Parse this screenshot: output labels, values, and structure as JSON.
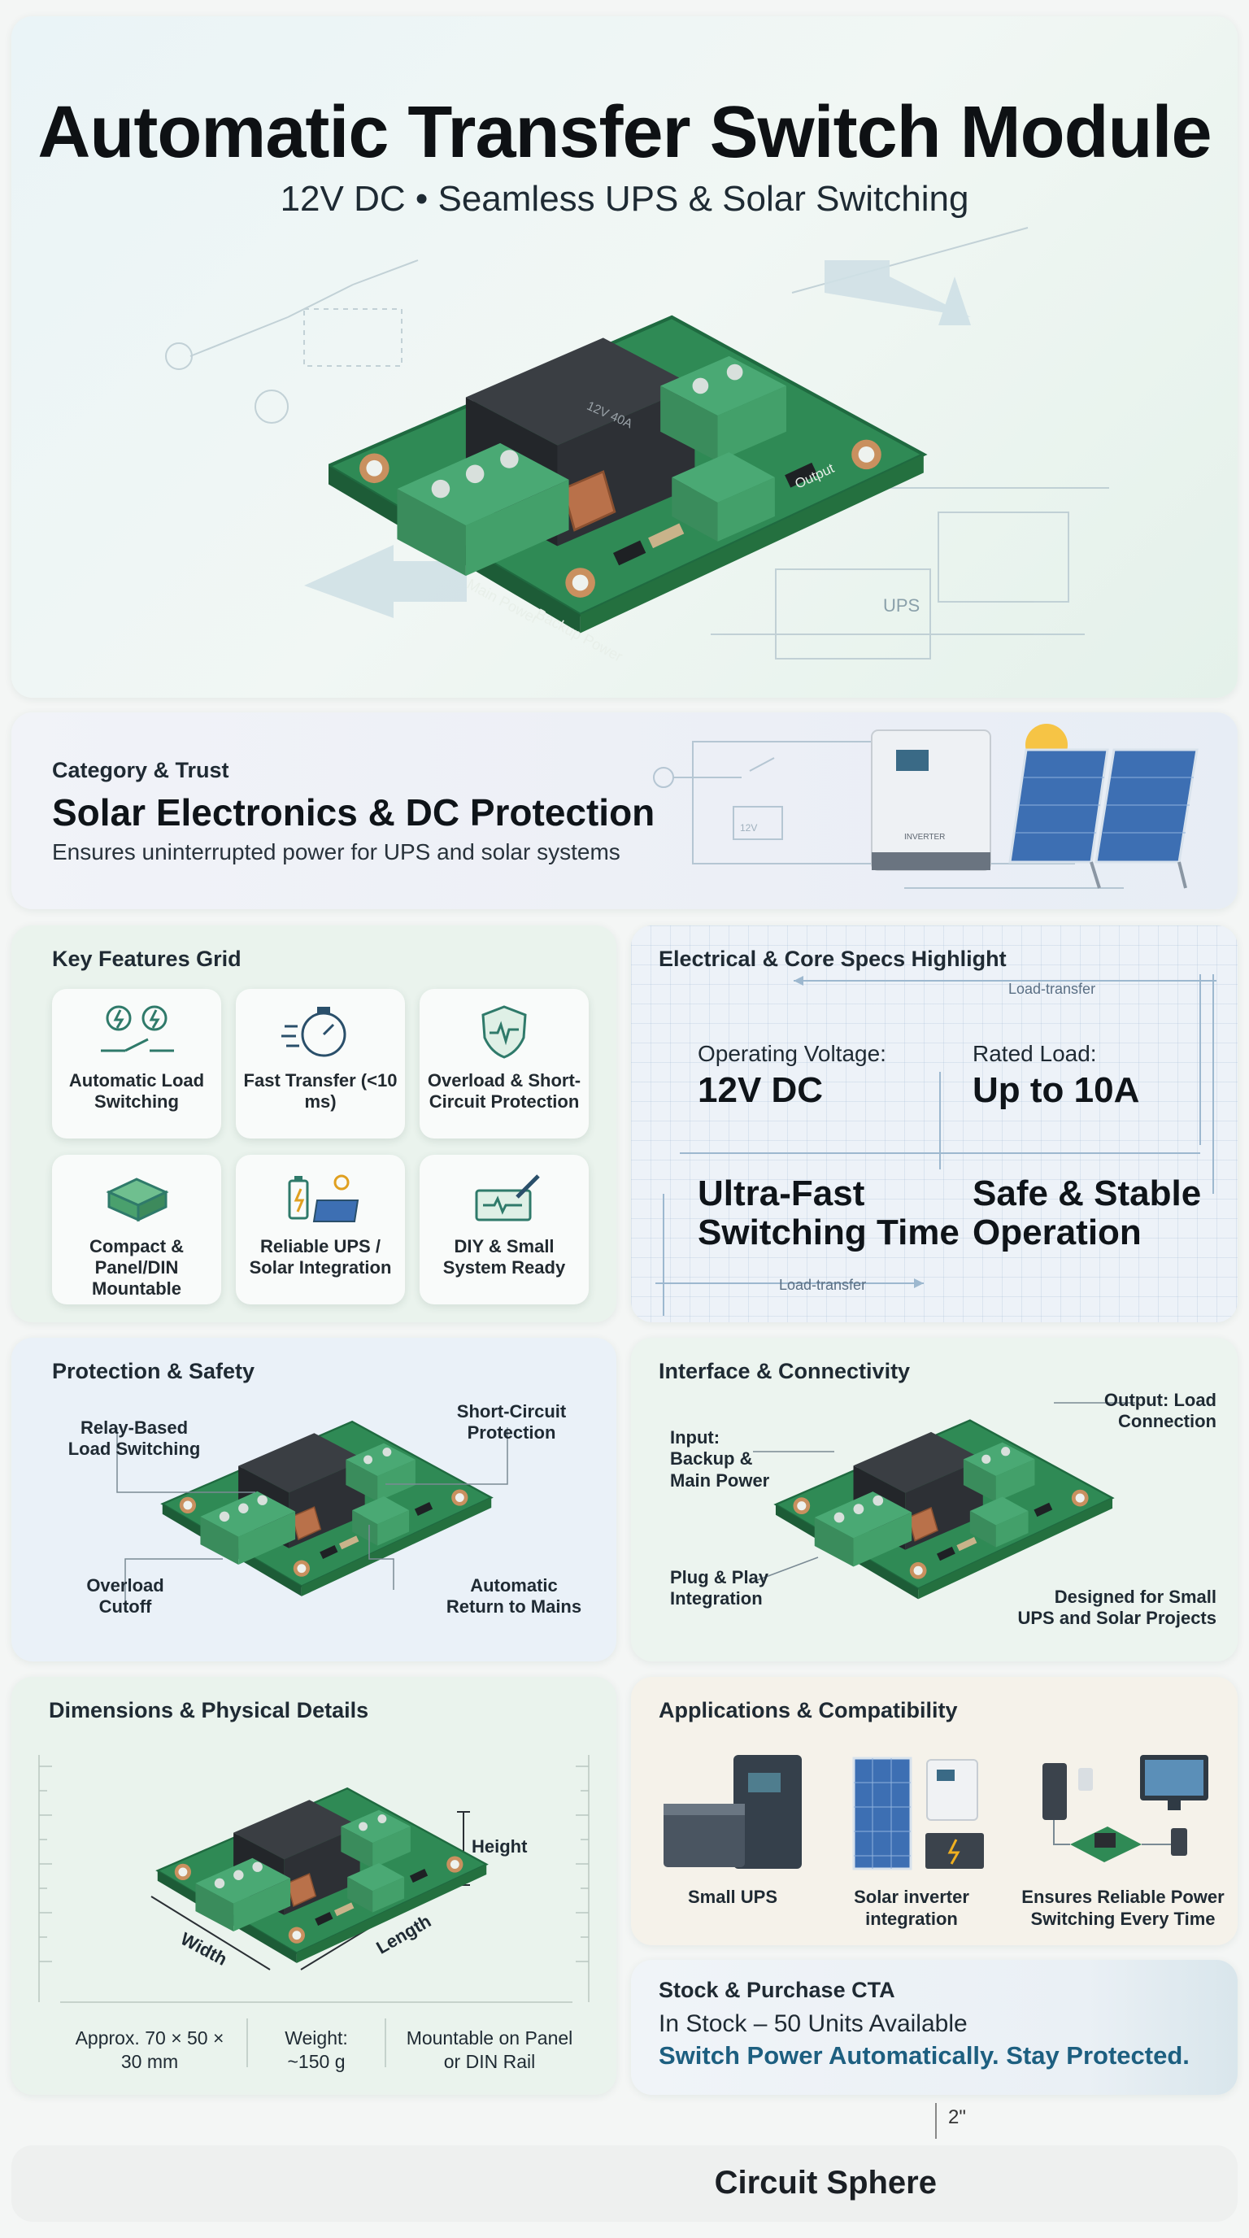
{
  "hero": {
    "title": "Automatic Transfer Switch Module",
    "subtitle": "12V DC • Seamless UPS & Solar Switching",
    "board_labels": {
      "main_power": "Main Power",
      "backup_power": "Backup Power",
      "relay_text": "12V 40A",
      "output": "Output",
      "ups": "UPS"
    }
  },
  "category": {
    "label": "Category & Trust",
    "heading": "Solar Electronics & DC Protection",
    "description": "Ensures uninterrupted power for UPS and solar systems",
    "inverter_label": "INVERTER"
  },
  "features": {
    "title": "Key Features Grid",
    "items": [
      {
        "label": "Automatic Load Switching",
        "icon": "switching-icon"
      },
      {
        "label": "Fast Transfer (<10 ms)",
        "icon": "stopwatch-icon"
      },
      {
        "label": "Overload & Short-Circuit Protection",
        "icon": "shield-icon"
      },
      {
        "label": "Compact & Panel/DIN Mountable",
        "icon": "module-icon"
      },
      {
        "label": "Reliable UPS / Solar Integration",
        "icon": "battery-solar-icon"
      },
      {
        "label": "DIY & Small System Ready",
        "icon": "tools-icon"
      }
    ]
  },
  "specs": {
    "title": "Electrical & Core Specs Highlight",
    "voltage_caption": "Operating Voltage:",
    "voltage_value": "12V DC",
    "load_caption": "Rated Load:",
    "load_value": "Up to 10A",
    "switching": "Ultra-Fast Switching Time",
    "operation": "Safe & Stable Operation",
    "flow_label_top": "Load-transfer",
    "flow_label_bottom": "Load-transfer"
  },
  "protection": {
    "title": "Protection & Safety",
    "callouts": {
      "relay": "Relay-Based Load Switching",
      "short_circuit": "Short-Circuit Protection",
      "overload": "Overload Cutoff",
      "auto_return": "Automatic Return to Mains"
    }
  },
  "interface": {
    "title": "Interface & Connectivity",
    "callouts": {
      "input": "Input: Backup & Main Power",
      "output": "Output: Load Connection",
      "plug": "Plug & Play Integration",
      "designed": "Designed for Small UPS and Solar Projects"
    }
  },
  "dimensions": {
    "title": "Dimensions & Physical Details",
    "height_label": "Height",
    "width_label": "Width",
    "length_label": "Length",
    "size": "Approx. 70 × 50 × 30 mm",
    "weight": "Weight: ~150 g",
    "mount": "Mountable on Panel or DIN Rail"
  },
  "applications": {
    "title": "Applications & Compatibility",
    "items": [
      {
        "label": "Small UPS"
      },
      {
        "label": "Solar inverter integration"
      },
      {
        "label": "Ensures Reliable Power Switching Every Time"
      }
    ]
  },
  "stock": {
    "title": "Stock & Purchase CTA",
    "availability": "In Stock – 50 Units Available",
    "cta": "Switch Power Automatically. Stay Protected."
  },
  "footer": {
    "dimension_note": "2\"",
    "brand": "Circuit Sphere"
  },
  "colors": {
    "pcb_green": "#2f8a55",
    "terminal_green": "#3f9a68",
    "relay_black": "#2a2d31",
    "copper": "#b9714a",
    "cta_blue": "#1d5f80"
  }
}
